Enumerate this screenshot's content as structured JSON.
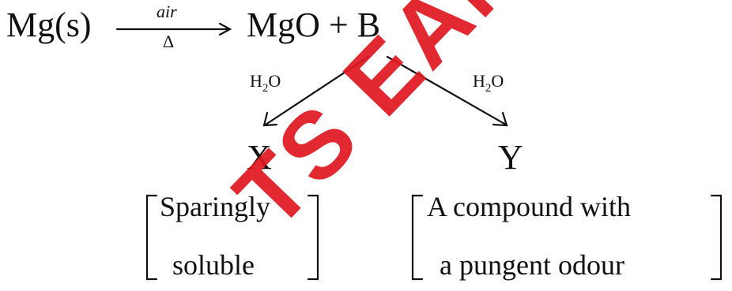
{
  "equation": {
    "reactant": "Mg(s)",
    "arrow_top": "air",
    "arrow_bottom": "Δ",
    "products": "MgO + B"
  },
  "branches": {
    "left_reagent_main": "H",
    "left_reagent_sub": "2",
    "left_reagent_tail": "O",
    "right_reagent_main": "H",
    "right_reagent_sub": "2",
    "right_reagent_tail": "O",
    "left_product": "X",
    "right_product": "Y"
  },
  "notes": {
    "left_line1": "Sparingly",
    "left_line2": "soluble",
    "right_line1": "A compound with",
    "right_line2": "a pungent odour"
  },
  "watermark": {
    "text": "TS EAMCET",
    "color": "#e0161f"
  }
}
